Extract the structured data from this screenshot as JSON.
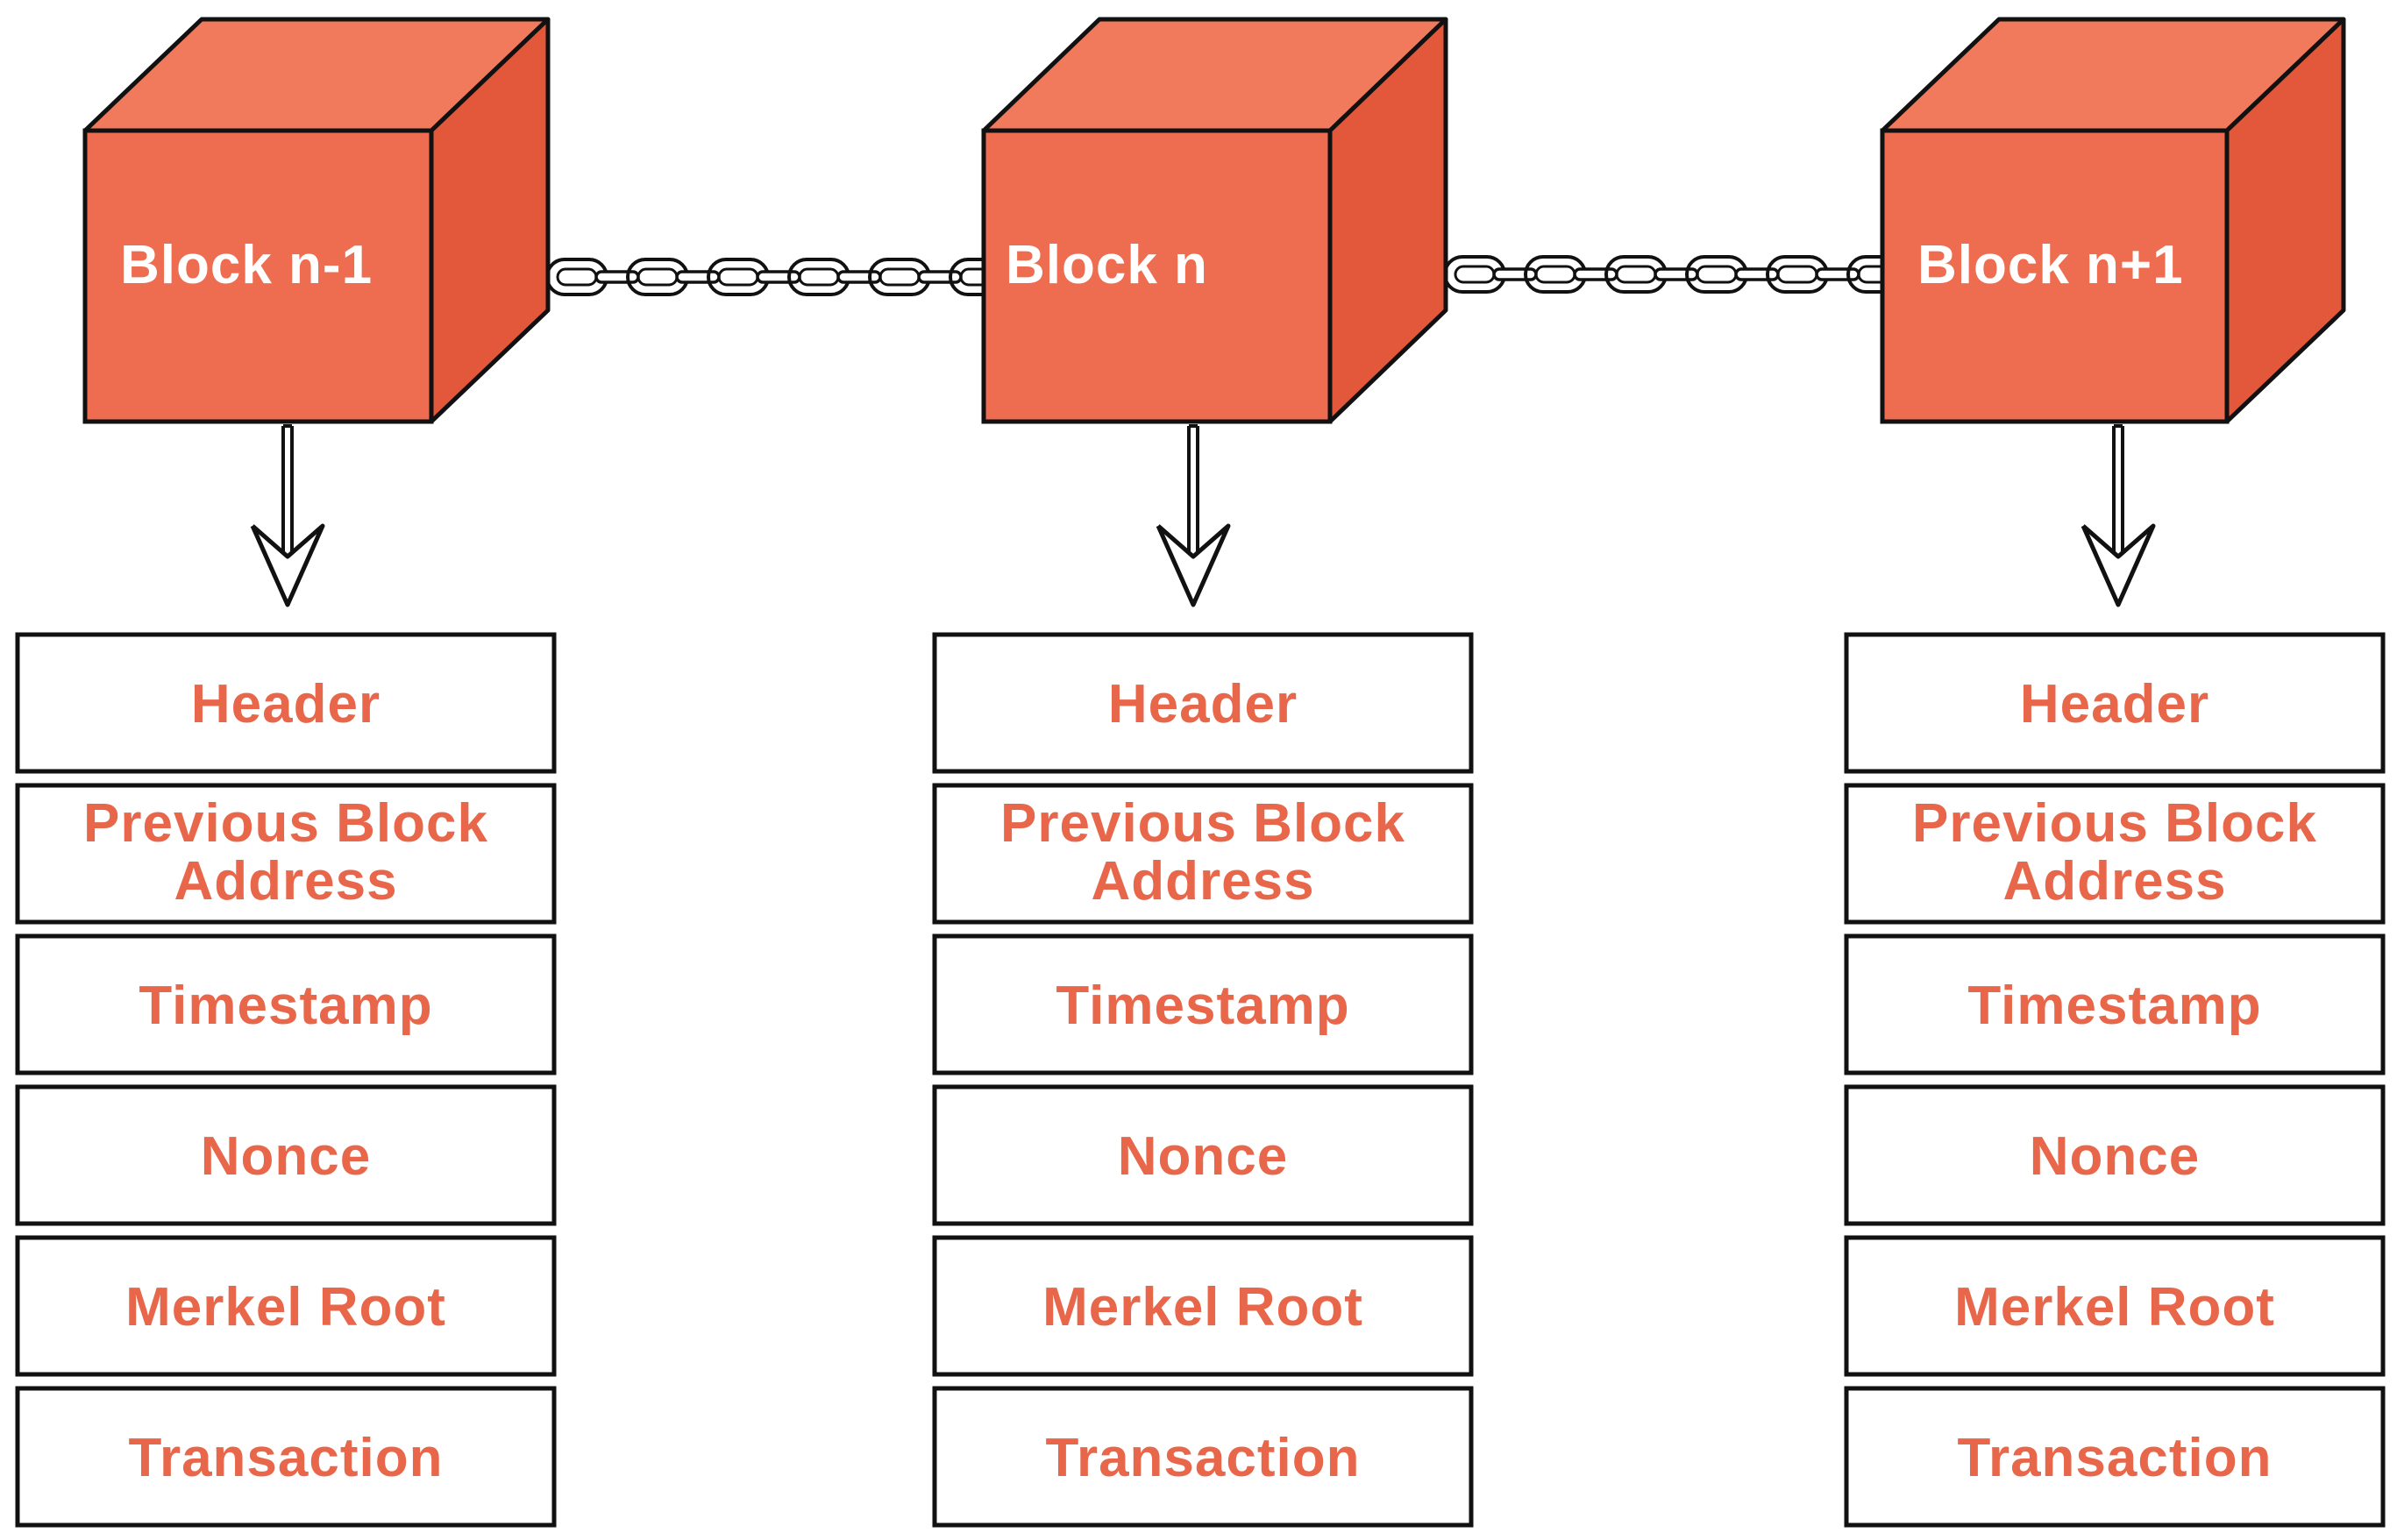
{
  "colors": {
    "block_front": "#EE6C4F",
    "block_top": "#F1795C",
    "block_side": "#E3583B",
    "field_text": "#E8674B",
    "outline": "#111111"
  },
  "blocks": [
    {
      "label": "Block n-1",
      "fields": [
        "Header",
        "Previous Block|Address",
        "Timestamp",
        "Nonce",
        "Merkel Root",
        "Transaction"
      ]
    },
    {
      "label": "Block n",
      "fields": [
        "Header",
        "Previous Block|Address",
        "Timestamp",
        "Nonce",
        "Merkel Root",
        "Transaction"
      ]
    },
    {
      "label": "Block n+1",
      "fields": [
        "Header",
        "Previous Block|Address",
        "Timestamp",
        "Nonce",
        "Merkel Root",
        "Transaction"
      ]
    }
  ],
  "connectors": [
    "chain-icon",
    "chain-icon"
  ],
  "pointers": [
    "down-arrow-icon",
    "down-arrow-icon",
    "down-arrow-icon"
  ]
}
